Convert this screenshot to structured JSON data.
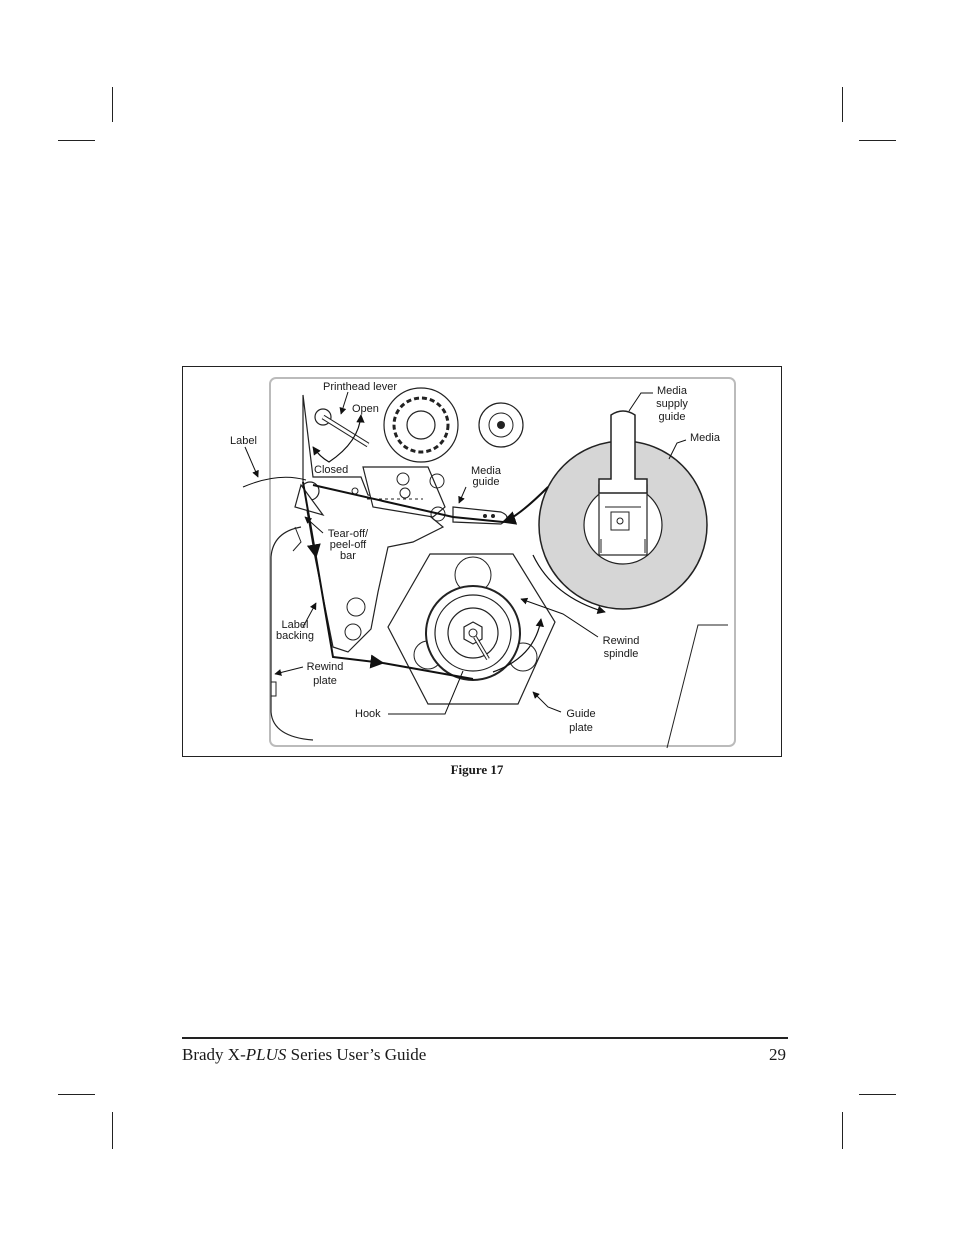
{
  "figure": {
    "caption": "Figure 17",
    "labels": {
      "printhead_lever": "Printhead lever",
      "open": "Open",
      "closed": "Closed",
      "label": "Label",
      "media_guide": [
        "Media",
        "guide"
      ],
      "media_supply_guide": [
        "Media",
        "supply",
        "guide"
      ],
      "media": "Media",
      "tear_off_bar": [
        "Tear-off/",
        "peel-off",
        "bar"
      ],
      "label_backing": [
        "Label",
        "backing"
      ],
      "rewind_plate": [
        "Rewind",
        "plate"
      ],
      "rewind_spindle": [
        "Rewind",
        "spindle"
      ],
      "hook": "Hook",
      "guide_plate": [
        "Guide",
        "plate"
      ]
    }
  },
  "footer": {
    "title_prefix": "Brady X-",
    "title_italic": "PLUS",
    "title_suffix": " Series User’s Guide",
    "page_number": "29"
  }
}
